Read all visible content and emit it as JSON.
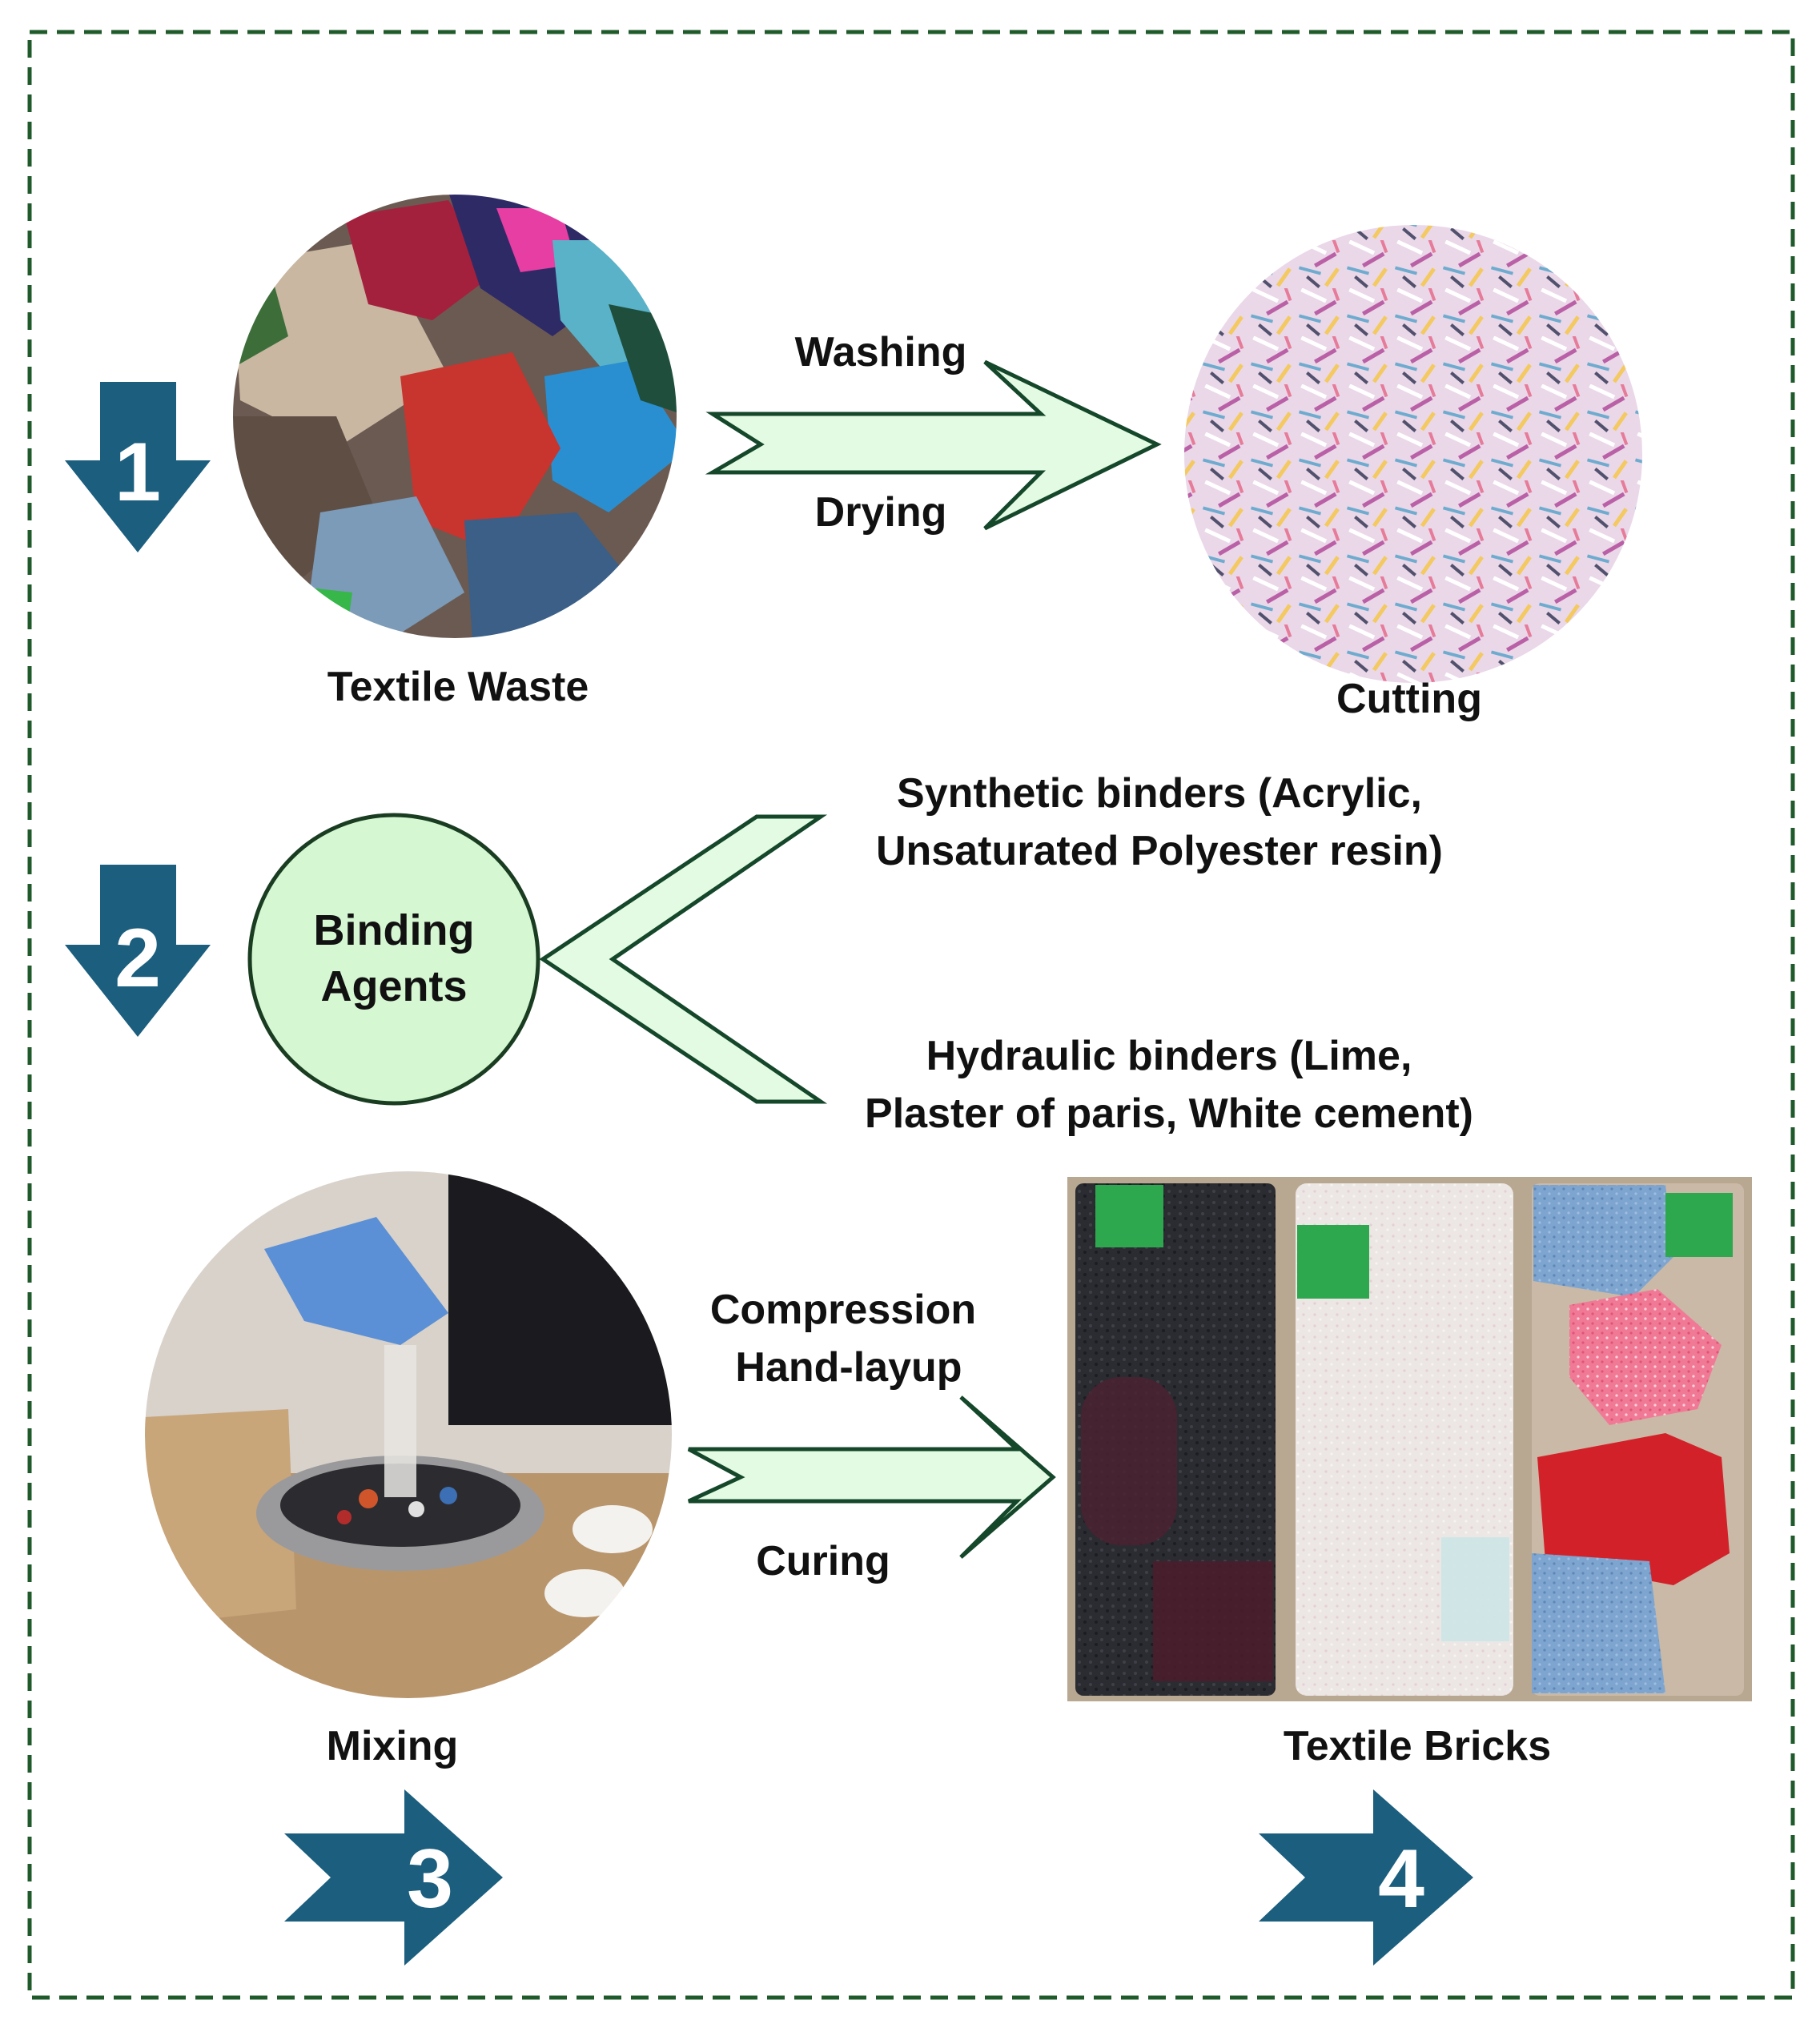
{
  "colors": {
    "border": "#1f5a2a",
    "step_arrow": "#1b5e7e",
    "flow_arrow_fill": "#e3fbe3",
    "flow_arrow_stroke": "#15472a",
    "binding_circle": "#d5f7d2"
  },
  "steps": {
    "step1": "1",
    "step2": "2",
    "step3": "3",
    "step4": "4"
  },
  "row1": {
    "source_label": "Textile Waste",
    "process_top": "Washing",
    "process_bottom": "Drying",
    "result_label": "Cutting"
  },
  "row2": {
    "circle_line1": "Binding",
    "circle_line2": "Agents",
    "synthetic_line1": "Synthetic binders (Acrylic,",
    "synthetic_line2": "Unsaturated Polyester resin)",
    "hydraulic_line1": "Hydraulic binders (Lime,",
    "hydraulic_line2": "Plaster of paris, White cement)"
  },
  "row3": {
    "source_label": "Mixing",
    "process_line1": "Compression",
    "process_line2": "Hand-layup",
    "process_bottom": "Curing",
    "result_label": "Textile Bricks"
  },
  "photos": {
    "textile_waste": "photo-textile-waste-pile",
    "cutting": "photo-shredded-fabric",
    "mixing": "photo-mixing-bowl",
    "bricks": "photo-three-textile-bricks"
  }
}
